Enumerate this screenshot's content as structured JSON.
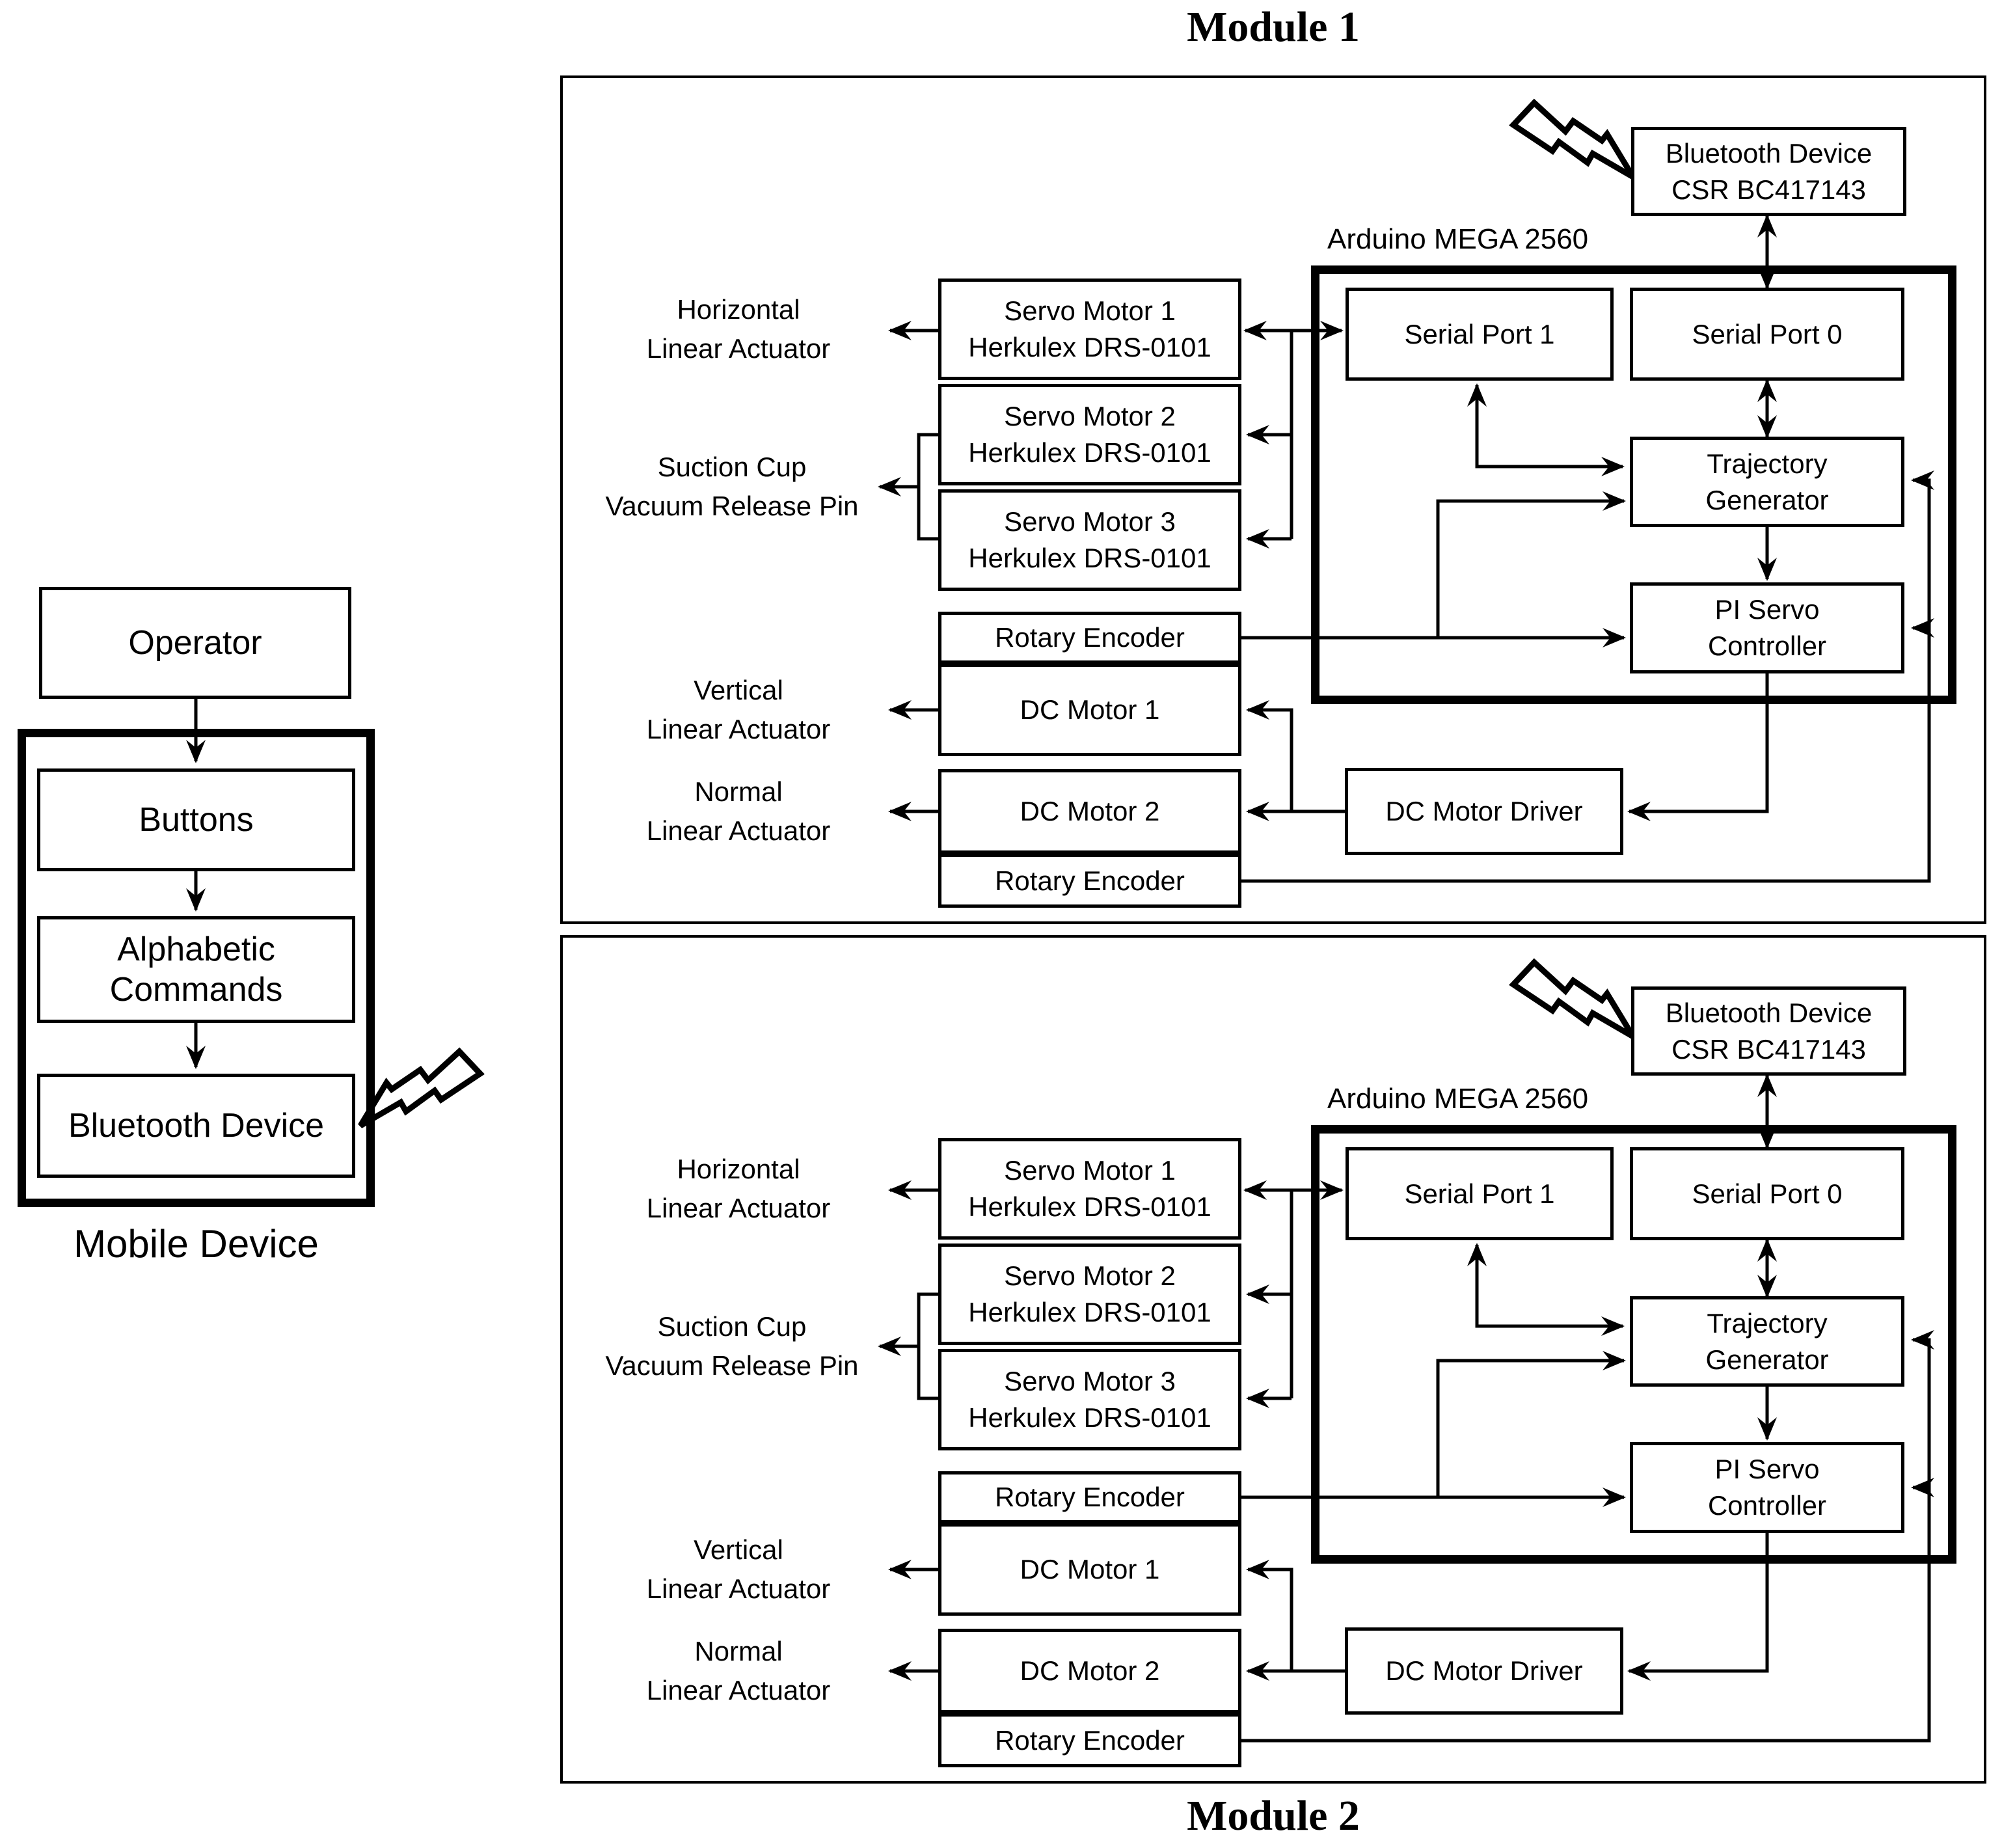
{
  "left_column": {
    "operator_label": "Operator",
    "buttons_label": "Buttons",
    "alphabetic_commands_label": "Alphabetic Commands",
    "bluetooth_device_label": "Bluetooth Device",
    "mobile_device_caption": "Mobile Device"
  },
  "modules": [
    {
      "title": "Module 1",
      "bluetooth_line1": "Bluetooth Device",
      "bluetooth_line2": "CSR BC417143",
      "arduino_label": "Arduino MEGA 2560",
      "serial_port_1": "Serial Port 1",
      "serial_port_0": "Serial Port 0",
      "trajectory_generator_line1": "Trajectory",
      "trajectory_generator_line2": "Generator",
      "pi_servo_line1": "PI Servo",
      "pi_servo_line2": "Controller",
      "servo_motor_1_line1": "Servo Motor 1",
      "servo_motor_1_line2": "Herkulex DRS-0101",
      "servo_motor_2_line1": "Servo Motor 2",
      "servo_motor_2_line2": "Herkulex DRS-0101",
      "servo_motor_3_line1": "Servo Motor 3",
      "servo_motor_3_line2": "Herkulex DRS-0101",
      "rotary_encoder_top": "Rotary Encoder",
      "dc_motor_1": "DC Motor 1",
      "dc_motor_2": "DC Motor 2",
      "rotary_encoder_bottom": "Rotary Encoder",
      "dc_motor_driver": "DC Motor Driver",
      "label_horizontal_line1": "Horizontal",
      "label_horizontal_line2": "Linear Actuator",
      "label_suction_line1": "Suction Cup",
      "label_suction_line2": "Vacuum Release Pin",
      "label_vertical_line1": "Vertical",
      "label_vertical_line2": "Linear Actuator",
      "label_normal_line1": "Normal",
      "label_normal_line2": "Linear Actuator"
    },
    {
      "title": "Module 2",
      "bluetooth_line1": "Bluetooth Device",
      "bluetooth_line2": "CSR BC417143",
      "arduino_label": "Arduino MEGA 2560",
      "serial_port_1": "Serial Port 1",
      "serial_port_0": "Serial Port 0",
      "trajectory_generator_line1": "Trajectory",
      "trajectory_generator_line2": "Generator",
      "pi_servo_line1": "PI Servo",
      "pi_servo_line2": "Controller",
      "servo_motor_1_line1": "Servo Motor 1",
      "servo_motor_1_line2": "Herkulex DRS-0101",
      "servo_motor_2_line1": "Servo Motor 2",
      "servo_motor_2_line2": "Herkulex DRS-0101",
      "servo_motor_3_line1": "Servo Motor 3",
      "servo_motor_3_line2": "Herkulex DRS-0101",
      "rotary_encoder_top": "Rotary Encoder",
      "dc_motor_1": "DC Motor 1",
      "dc_motor_2": "DC Motor 2",
      "rotary_encoder_bottom": "Rotary Encoder",
      "dc_motor_driver": "DC Motor Driver",
      "label_horizontal_line1": "Horizontal",
      "label_horizontal_line2": "Linear Actuator",
      "label_suction_line1": "Suction Cup",
      "label_suction_line2": "Vacuum Release Pin",
      "label_vertical_line1": "Vertical",
      "label_vertical_line2": "Linear Actuator",
      "label_normal_line1": "Normal",
      "label_normal_line2": "Linear Actuator"
    }
  ],
  "colors": {
    "ink": "#000000",
    "background": "#ffffff"
  }
}
